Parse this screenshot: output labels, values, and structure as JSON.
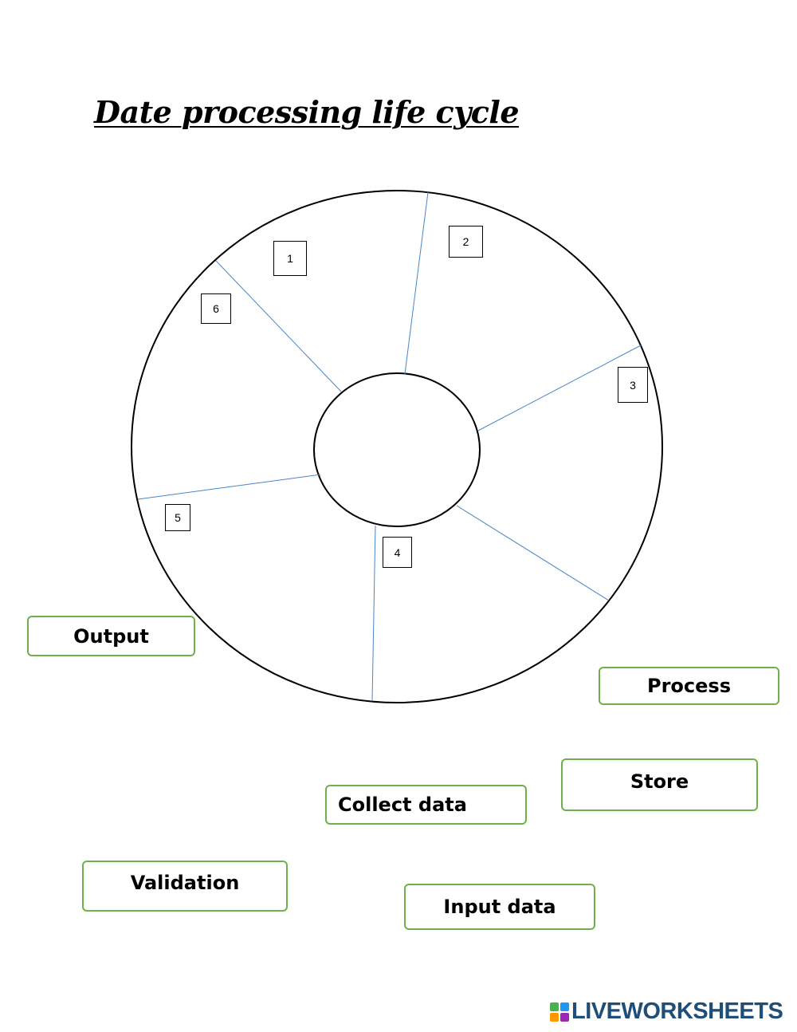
{
  "title": "Date processing life cycle",
  "segment_numbers": [
    "1",
    "2",
    "3",
    "4",
    "5",
    "6"
  ],
  "answer_labels": {
    "output": "Output",
    "process": "Process",
    "store": "Store",
    "collect_data": "Collect data",
    "validation": "Validation",
    "input_data": "Input data"
  },
  "colors": {
    "divider": "#4a86c8",
    "label_border": "#70b04a",
    "brand": "#1f4e79"
  },
  "brand": {
    "name": "LIVEWORKSHEETS",
    "icon": "liveworksheets-logo-icon"
  }
}
